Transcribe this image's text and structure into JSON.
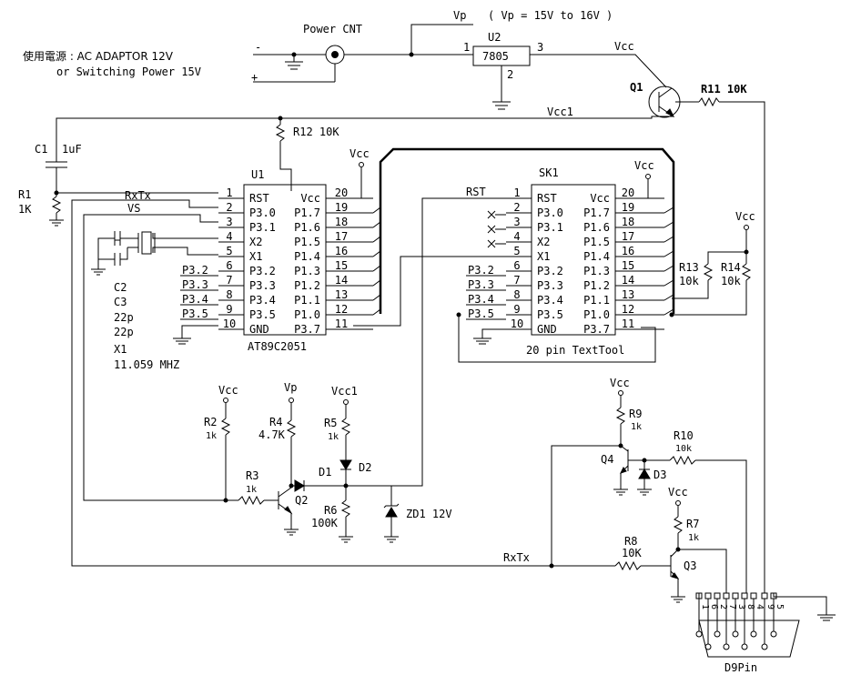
{
  "header": {
    "vp_label": "Vp",
    "vp_range": "( Vp = 15V to 16V )",
    "power_cnt": "Power CNT",
    "supply_line1": "使用電源 : AC ADAPTOR 12V",
    "supply_line2": "or Switching Power 15V",
    "minus": "-",
    "plus": "+"
  },
  "regulator": {
    "ref": "U2",
    "part": "7805",
    "pin1": "1",
    "pin2": "2",
    "pin3": "3",
    "out": "Vcc"
  },
  "q1": {
    "ref": "Q1",
    "r11": "R11 10K",
    "vcc1": "Vcc1"
  },
  "r12": "R12 10K",
  "c1": {
    "ref": "C1",
    "val": "1uF"
  },
  "r1": {
    "ref": "R1",
    "val": "1K"
  },
  "u1": {
    "ref": "U1",
    "part": "AT89C2051",
    "vcc_label": "Vcc",
    "rxtx": "RxTx",
    "vs": "VS",
    "left_pins": [
      {
        "num": "1",
        "name": "RST",
        "ext": ""
      },
      {
        "num": "2",
        "name": "P3.0",
        "ext": ""
      },
      {
        "num": "3",
        "name": "P3.1",
        "ext": ""
      },
      {
        "num": "4",
        "name": "X2",
        "ext": ""
      },
      {
        "num": "5",
        "name": "X1",
        "ext": ""
      },
      {
        "num": "6",
        "name": "P3.2",
        "ext": "P3.2"
      },
      {
        "num": "7",
        "name": "P3.3",
        "ext": "P3.3"
      },
      {
        "num": "8",
        "name": "P3.4",
        "ext": "P3.4"
      },
      {
        "num": "9",
        "name": "P3.5",
        "ext": "P3.5"
      },
      {
        "num": "10",
        "name": "GND",
        "ext": ""
      }
    ],
    "right_pins": [
      {
        "num": "20",
        "name": "Vcc"
      },
      {
        "num": "19",
        "name": "P1.7"
      },
      {
        "num": "18",
        "name": "P1.6"
      },
      {
        "num": "17",
        "name": "P1.5"
      },
      {
        "num": "16",
        "name": "P1.4"
      },
      {
        "num": "15",
        "name": "P1.3"
      },
      {
        "num": "14",
        "name": "P1.2"
      },
      {
        "num": "13",
        "name": "P1.1"
      },
      {
        "num": "12",
        "name": "P1.0"
      },
      {
        "num": "11",
        "name": "P3.7"
      }
    ]
  },
  "crystal": {
    "c2": "C2",
    "c3": "C3",
    "c2v": "22p",
    "c3v": "22p",
    "x1": "X1",
    "x1v": "11.059 MHZ"
  },
  "sk1": {
    "ref": "SK1",
    "caption": "20 pin TextTool",
    "vcc_label": "Vcc",
    "rst_net": "RST",
    "left_pins": [
      {
        "num": "1",
        "name": "RST",
        "ext": ""
      },
      {
        "num": "2",
        "name": "P3.0",
        "ext": ""
      },
      {
        "num": "3",
        "name": "P3.1",
        "ext": ""
      },
      {
        "num": "4",
        "name": "X2",
        "ext": ""
      },
      {
        "num": "5",
        "name": "X1",
        "ext": ""
      },
      {
        "num": "6",
        "name": "P3.2",
        "ext": "P3.2"
      },
      {
        "num": "7",
        "name": "P3.3",
        "ext": "P3.3"
      },
      {
        "num": "8",
        "name": "P3.4",
        "ext": "P3.4"
      },
      {
        "num": "9",
        "name": "P3.5",
        "ext": "P3.5"
      },
      {
        "num": "10",
        "name": "GND",
        "ext": ""
      }
    ],
    "right_pins": [
      {
        "num": "20",
        "name": "Vcc"
      },
      {
        "num": "19",
        "name": "P1.7"
      },
      {
        "num": "18",
        "name": "P1.6"
      },
      {
        "num": "17",
        "name": "P1.5"
      },
      {
        "num": "16",
        "name": "P1.4"
      },
      {
        "num": "15",
        "name": "P1.3"
      },
      {
        "num": "14",
        "name": "P1.2"
      },
      {
        "num": "13",
        "name": "P1.1"
      },
      {
        "num": "12",
        "name": "P1.0"
      },
      {
        "num": "11",
        "name": "P3.7"
      }
    ]
  },
  "r13": {
    "ref": "R13",
    "val": "10k"
  },
  "r14": {
    "ref": "R14",
    "val": "10k",
    "vcc": "Vcc"
  },
  "vpp_circuit": {
    "r2": {
      "vcc": "Vcc",
      "ref": "R2",
      "val": "1k"
    },
    "r4": {
      "vp": "Vp",
      "ref": "R4",
      "val": "4.7K"
    },
    "r5": {
      "vcc1": "Vcc1",
      "ref": "R5",
      "val": "1k"
    },
    "r3": {
      "ref": "R3",
      "val": "1k"
    },
    "q2": "Q2",
    "d1": "D1",
    "d2": "D2",
    "r6": {
      "ref": "R6",
      "val": "100K"
    },
    "zd1": "ZD1 12V"
  },
  "serial": {
    "r9": {
      "vcc": "Vcc",
      "ref": "R9",
      "val": "1k"
    },
    "r10": {
      "ref": "R10",
      "val": "10k"
    },
    "q4": "Q4",
    "d3": "D3",
    "r7": {
      "vcc": "Vcc",
      "ref": "R7",
      "val": "1k"
    },
    "r8": {
      "ref": "R8",
      "val": "10K"
    },
    "q3": "Q3",
    "rxtx": "RxTx",
    "d9_label": "D9Pin",
    "d9_pins": [
      "1",
      "6",
      "2",
      "7",
      "3",
      "8",
      "4",
      "9",
      "5"
    ]
  }
}
